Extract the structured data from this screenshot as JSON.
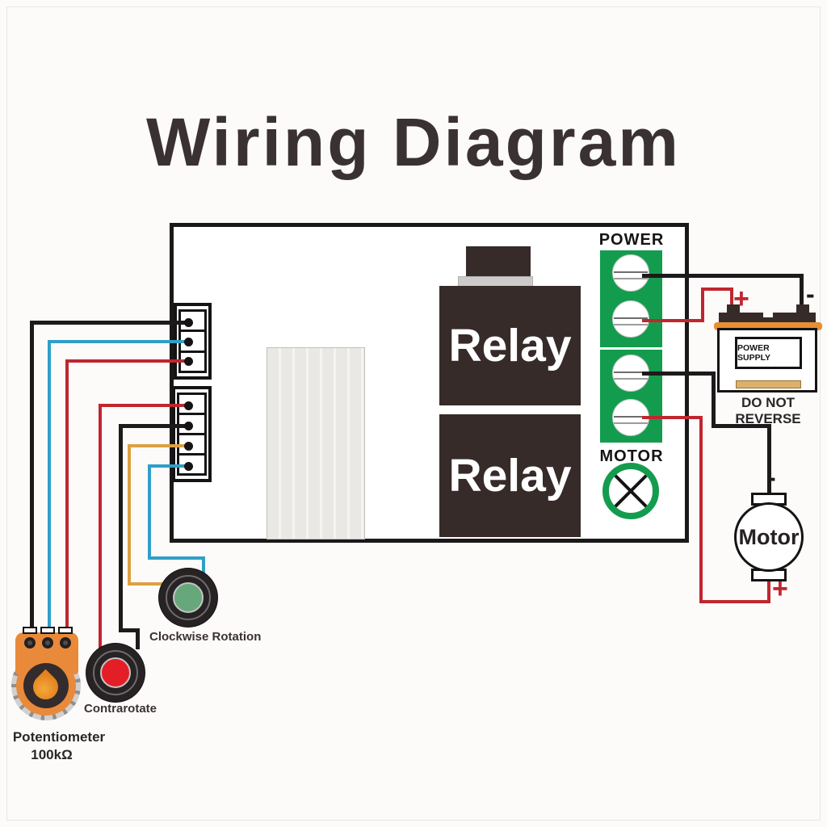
{
  "title": "Wiring Diagram",
  "colors": {
    "text_dark": "#3a3133",
    "wire_black": "#1c1a1a",
    "wire_red": "#c0262e",
    "wire_blue": "#2f9fc8",
    "wire_orange": "#dda041",
    "relay_body": "#362b29",
    "terminal_green": "#149c4e",
    "button_red": "#e41e26",
    "button_green": "#67a87a",
    "pot_orange": "#e98a3a",
    "battery_orange": "#e78f35",
    "tan_strip": "#ddb06b"
  },
  "board": {
    "relays": [
      {
        "label": "Relay"
      },
      {
        "label": "Relay"
      }
    ],
    "power_terminal_label": "POWER",
    "motor_terminal_label": "MOTOR"
  },
  "power_supply": {
    "label": "POWER SUPPLY",
    "warning": "DO NOT REVERSE",
    "positive": "+",
    "negative": "-"
  },
  "motor": {
    "label": "Motor",
    "negative": "-",
    "positive": "+"
  },
  "controls": {
    "clockwise_button": {
      "label": "Clockwise Rotation",
      "color": "green"
    },
    "contrarotate_button": {
      "label": "Contrarotate",
      "color": "red"
    },
    "potentiometer": {
      "label": "Potentiometer",
      "value": "100kΩ"
    }
  }
}
